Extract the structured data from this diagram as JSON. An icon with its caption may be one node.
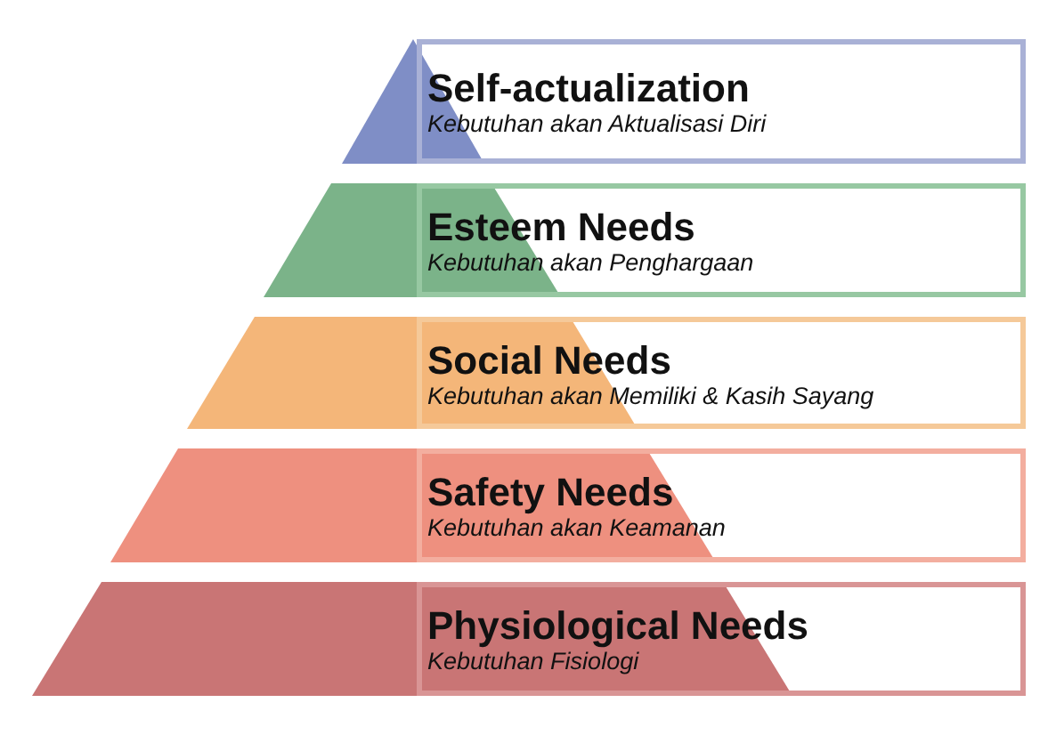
{
  "diagram": {
    "nodes": [
      {
        "text": [
          "Self-actualization",
          "Kebutuhan akan Aktualisasi Diri"
        ]
      },
      {
        "text": [
          "Esteem Needs",
          "Kebutuhan akan Penghargaan"
        ]
      },
      {
        "text": [
          "Social Needs",
          "Kebutuhan akan Memiliki & Kasih Sayang"
        ]
      },
      {
        "text": [
          "Safety Needs",
          "Kebutuhan akan Keamanan"
        ]
      },
      {
        "text": [
          "Physiological Needs",
          "Kebutuhan Fisiologi"
        ]
      }
    ]
  }
}
